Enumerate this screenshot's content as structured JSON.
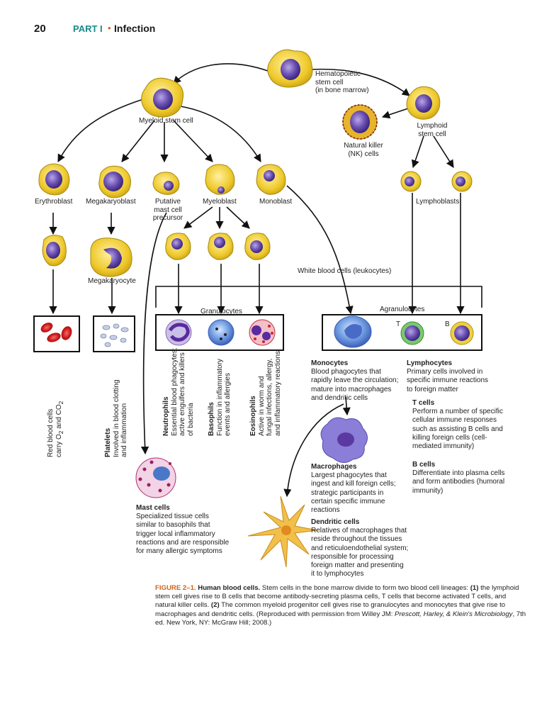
{
  "header": {
    "page_number": "20",
    "part": "PART I",
    "bullet": "•",
    "title": "Infection"
  },
  "diagram": {
    "hematopoietic": [
      "Hematopoietic",
      "stem cell",
      "(in bone marrow)"
    ],
    "myeloid_stem": "Myeloid stem cell",
    "lymphoid_stem": [
      "Lymphoid",
      "stem cell"
    ],
    "nk_cells": [
      "Natural killer",
      "(NK) cells"
    ],
    "erythroblast": "Erythroblast",
    "megakaryoblast": "Megakaryoblast",
    "mast_precursor": [
      "Putative",
      "mast cell",
      "precursor"
    ],
    "myeloblast": "Myeloblast",
    "monoblast": "Monoblast",
    "lymphoblasts": "Lymphoblasts",
    "megakaryocyte": "Megakaryocyte",
    "white_blood_cells": "White blood cells (leukocytes)",
    "granulocytes": "Granulocytes",
    "agranulocytes": "Agranulocytes",
    "t_letter": "T",
    "b_letter": "B",
    "rbc": {
      "line1": "Red blood cells",
      "line2_pre": "carry O",
      "sub1": "2",
      "line2_mid": " and CO",
      "sub2": "2"
    },
    "platelets": {
      "title": "Platelets",
      "lines": [
        "Involved in blood clotting",
        "and inflammation"
      ]
    },
    "neutrophils": {
      "title": "Neutrophils",
      "lines": [
        "Essential blood phagocytes;",
        "active engulfers and killers",
        "of bacteria"
      ]
    },
    "basophils": {
      "title": "Basophils",
      "lines": [
        "Function in inflammatory",
        "events and allergies"
      ]
    },
    "eosinophils": {
      "title": "Eosinophils",
      "lines": [
        "Active in worm and",
        "fungal infections, allergy,",
        "and inflammatory reactions"
      ]
    },
    "monocytes": {
      "title": "Monocytes",
      "lines": [
        "Blood phagocytes that",
        "rapidly leave the circulation;",
        "mature into macrophages",
        "and dendritic cells"
      ]
    },
    "lymphocytes": {
      "title": "Lymphocytes",
      "lines": [
        "Primary cells involved in",
        "specific immune reactions",
        "to foreign matter"
      ]
    },
    "t_cells": {
      "title": "T cells",
      "lines": [
        "Perform a number of specific",
        "cellular immune responses",
        "such as assisting B cells and",
        "killing foreign cells (cell-",
        "mediated immunity)"
      ]
    },
    "b_cells": {
      "title": "B cells",
      "lines": [
        "Differentiate into plasma cells",
        "and form antibodies (humoral",
        "immunity)"
      ]
    },
    "macrophages": {
      "title": "Macrophages",
      "lines": [
        "Largest phagocytes that",
        "ingest and kill foreign cells;",
        "strategic participants in",
        "certain specific immune",
        "reactions"
      ]
    },
    "dendritic": {
      "title": "Dendritic cells",
      "lines": [
        "Relatives of macrophages that",
        "reside throughout the tissues",
        "and reticuloendothelial system;",
        "responsible for processing",
        "foreign matter and presenting",
        "it to lymphocytes"
      ]
    },
    "mast_cells": {
      "title": "Mast cells",
      "lines": [
        "Specialized tissue cells",
        "similar to basophils that",
        "trigger local inflammatory",
        "reactions and are responsible",
        "for many allergic symptoms"
      ]
    }
  },
  "caption": {
    "label": "FIGURE 2–1.",
    "title": "Human blood cells.",
    "text1": " Stem cells in the bone marrow divide to form two blood cell lineages: ",
    "n1": "(1)",
    "text2": " the lymphoid stem cell gives rise to B cells that become antibody-secreting plasma cells, T cells that become activated T cells, and natural killer cells. ",
    "n2": "(2)",
    "text3": " The common myeloid progenitor cell gives rise to granulocytes and monocytes that give rise to macrophages and dendritic cells. (Reproduced with permission from Willey JM: ",
    "italic": "Prescott, Harley, & Klein's Microbiology",
    "text4": ", 7th ed. New York, NY: McGraw Hill; 2008.)"
  },
  "colors": {
    "cell_yellow": "#e8c21a",
    "nucleus_purple": "#5b3e9e",
    "rbc_red": "#d42020",
    "accent_teal": "#1a8a8a",
    "accent_orange": "#d0601a"
  }
}
